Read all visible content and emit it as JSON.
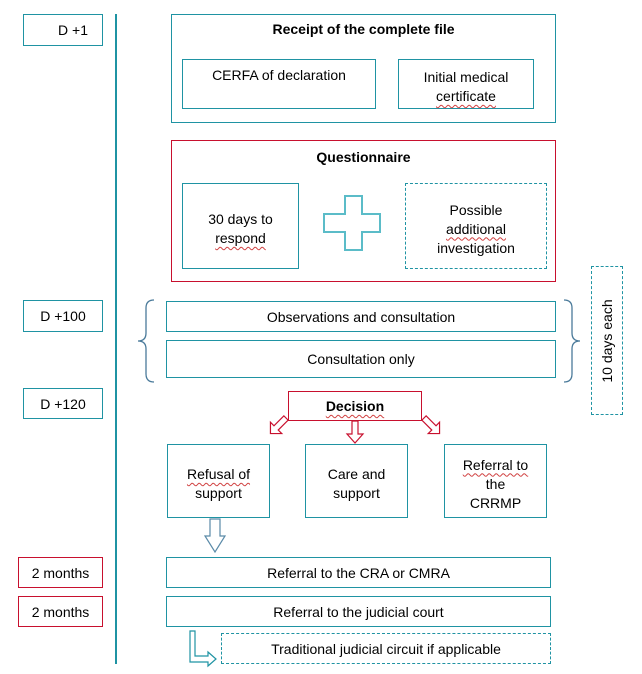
{
  "timeline": {
    "d1": "D +1",
    "d100": "D +100",
    "d120": "D +120",
    "months_1": "2 months",
    "months_2": "2 months"
  },
  "receipt": {
    "title": "Receipt of the complete file",
    "cerfa": "CERFA of declaration",
    "certificate_line1": "Initial medical",
    "certificate_line2": "certificate"
  },
  "questionnaire": {
    "title": "Questionnaire",
    "respond_line1": "30 days to",
    "respond_line2": "respond",
    "plus_icon": "plus-icon",
    "investigation_line1": "Possible",
    "investigation_line2": "additional",
    "investigation_line3": "investigation"
  },
  "consultation": {
    "observations": "Observations and consultation",
    "only": "Consultation only",
    "duration": "10 days each"
  },
  "decision": {
    "title": "Decision",
    "refusal_line1": "Refusal of",
    "refusal_line2": "support",
    "care_line1": "Care and",
    "care_line2": "support",
    "crrmp_line1": "Referral to",
    "crrmp_line2": "the",
    "crrmp_line3": "CRRMP"
  },
  "appeals": {
    "cra": "Referral to the CRA or CMRA",
    "court": "Referral to the judicial court",
    "traditional": "Traditional judicial circuit if applicable"
  },
  "colors": {
    "teal": "#1f93a3",
    "red": "#c8102e",
    "brace": "#4a7a9a"
  }
}
